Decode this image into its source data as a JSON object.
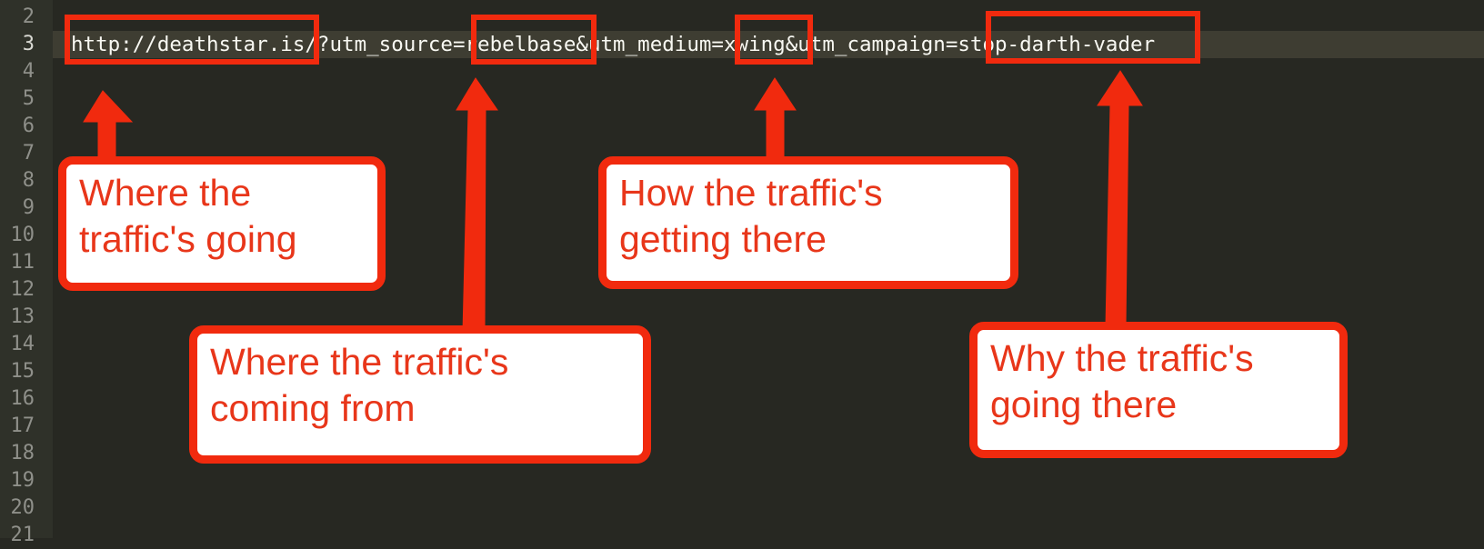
{
  "editor": {
    "line_numbers": [
      "2",
      "3",
      "4",
      "5",
      "6",
      "7",
      "8",
      "9",
      "10",
      "11",
      "12",
      "13",
      "14",
      "15",
      "16",
      "17",
      "18",
      "19",
      "20",
      "21"
    ],
    "active_line": "3",
    "code": {
      "domain": "http://deathstar.is",
      "seg1": "/?utm_source=",
      "source_value": "rebelbase",
      "seg2": "&utm_medium=",
      "medium_value": "xwing",
      "seg3": "&utm_campaign=",
      "campaign_value": "stop-darth-vader"
    }
  },
  "callouts": {
    "destination": {
      "line1": "Where the",
      "line2": "traffic's going"
    },
    "source": {
      "line1": "Where the traffic's",
      "line2": "coming from"
    },
    "medium": {
      "line1": "How the traffic's",
      "line2": "getting there"
    },
    "campaign": {
      "line1": "Why the traffic's",
      "line2": "going there"
    }
  },
  "colors": {
    "editor_background": "#272822",
    "gutter_background": "#2f3129",
    "code_text": "#f8f8f2",
    "annotation_red": "#f12a0e",
    "callout_text": "#e8361a",
    "callout_background": "#ffffff"
  }
}
